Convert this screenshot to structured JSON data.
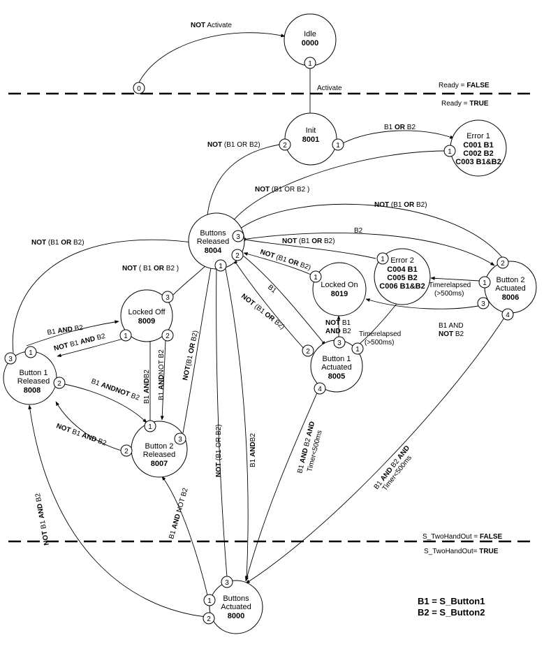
{
  "states": [
    {
      "id": "idle",
      "name": "Idle",
      "code": "0000"
    },
    {
      "id": "init",
      "name": "Init",
      "code": "8001"
    },
    {
      "id": "error1",
      "name": "Error 1",
      "code": "",
      "codes": [
        "C001 B1",
        "C002 B2",
        "C003 B1&B2"
      ]
    },
    {
      "id": "btns_released",
      "name_lines": [
        "Buttons",
        "Released"
      ],
      "code": "8004"
    },
    {
      "id": "error2",
      "name": "Error 2",
      "codes": [
        "C004 B1",
        "C005 B2",
        "C006 B1&B2"
      ]
    },
    {
      "id": "locked_on",
      "name": "Locked On",
      "code": "8019"
    },
    {
      "id": "locked_off",
      "name": "Locked Off",
      "code": "8009"
    },
    {
      "id": "b2_actuated",
      "name_lines": [
        "Button 2",
        "Actuated"
      ],
      "code": "8006"
    },
    {
      "id": "b1_released",
      "name_lines": [
        "Button 1",
        "Released"
      ],
      "code": "8008"
    },
    {
      "id": "b1_actuated",
      "name_lines": [
        "Button 1",
        "Actuated"
      ],
      "code": "8005"
    },
    {
      "id": "b2_released",
      "name_lines": [
        "Button 2",
        "Released"
      ],
      "code": "8007"
    },
    {
      "id": "btns_actuated",
      "name_lines": [
        "Buttons",
        "Actuated"
      ],
      "code": "8000"
    }
  ],
  "ports": [
    "0",
    "1",
    "2",
    "3",
    "4"
  ],
  "transitions": {
    "not_activate": {
      "b": "NOT",
      "t": " Activate"
    },
    "activate": "Activate",
    "init_err1": {
      "p1": "B1 ",
      "b": "OR",
      "p2": " B2"
    },
    "init_rel": {
      "b": "NOT",
      "t": " (B1 OR B2)"
    },
    "err1_rel": {
      "b": "NOT",
      "t": " (B1 OR B2 )"
    },
    "b2a_rel_top": {
      "b1": "NOT",
      "t1": " (B1 ",
      "b2": "OR",
      "t2": " B2)"
    },
    "rel_b2a": "B2",
    "err2_rel": {
      "b1": "NOT",
      "t1": " (B1 ",
      "b2": "OR",
      "t2": " B2)"
    },
    "lon_rel": {
      "b1": "NOT",
      "t1": " (B1 ",
      "b2": "OR",
      "t2": " B2)"
    },
    "b1r_rel": {
      "b1": "NOT",
      "t1": " (B1 ",
      "b2": "OR",
      "t2": " B2)"
    },
    "loff_rel": {
      "b1": "NOT",
      "t1": " ( B1 ",
      "b2": "OR",
      "t2": " B2  )"
    },
    "rel_b1a": "B1",
    "b1a_rel": {
      "b1": "NOT",
      "t1": " (B1 ",
      "b2": "OR",
      "t2": " B2)"
    },
    "b1a_lon": {
      "l1b": "NOT",
      "l1": " B1",
      "l2b": "AND",
      "l2": " B2"
    },
    "b1a_err2": [
      "Timerelapsed",
      "(>500ms)"
    ],
    "b2a_err2": [
      "Timerelapsed",
      "(>500ms)"
    ],
    "b2a_lon": {
      "l1": "B1 AND",
      "l2b": "NOT",
      "l2": " B2"
    },
    "b1r_loff": {
      "t": "B1 ",
      "b": "AND",
      "t2": " B2"
    },
    "loff_b1r": {
      "b1": "NOT",
      "t1": " B1 ",
      "b2": "AND",
      "t2": " B2"
    },
    "b1r_b2r": {
      "t1": "B1 ",
      "b": "ANDNOT",
      "t2": " B2"
    },
    "b2r_b1r": {
      "b1": "NOT",
      "t1": " B1 ",
      "b2": "AND",
      "t2": " B2"
    },
    "b2r_loff": {
      "t": "B1 ",
      "b": "AND",
      "t2": "B2"
    },
    "loff_b2r": {
      "t": "B1 ",
      "b": "AND",
      "t2": "NOT B2"
    },
    "b2r_rel": {
      "b1": "NOT",
      "t1": "(B1 ",
      "b2": "OR",
      "t2": " B2)"
    },
    "bact_rel": {
      "b": "NOT",
      "t": " (B1 OR B2)"
    },
    "rel_bact": {
      "t": "B1 ",
      "b": "AND",
      "t2": "B2"
    },
    "b1a_bact": {
      "t1": "B1 ",
      "b1": "AND",
      "t2": " B2 ",
      "b2": "AND",
      "l2": "Timer<500ms"
    },
    "b2a_bact": {
      "t1": "B1 ",
      "b1": "AND",
      "t2": " B2 ",
      "b2": "AND",
      "l2": "Timer<500ms"
    },
    "bact_b2r": {
      "t1": "B1 ",
      "b": "AND",
      "t2": " NOT B2"
    },
    "bact_b1r": {
      "b1": "NOT",
      "t1": " B1 ",
      "b2": "AND",
      "t2": " B2"
    }
  },
  "boundaries": {
    "ready_false": {
      "t": "Ready = ",
      "b": "FALSE"
    },
    "ready_true": {
      "t": "Ready = ",
      "b": "TRUE"
    },
    "out_false": {
      "t": "S_TwoHandOut = ",
      "b": "FALSE"
    },
    "out_true": {
      "t": "S_TwoHandOut= ",
      "b": "TRUE"
    }
  },
  "legend": [
    "B1 = S_Button1",
    "B2 = S_Button2"
  ]
}
